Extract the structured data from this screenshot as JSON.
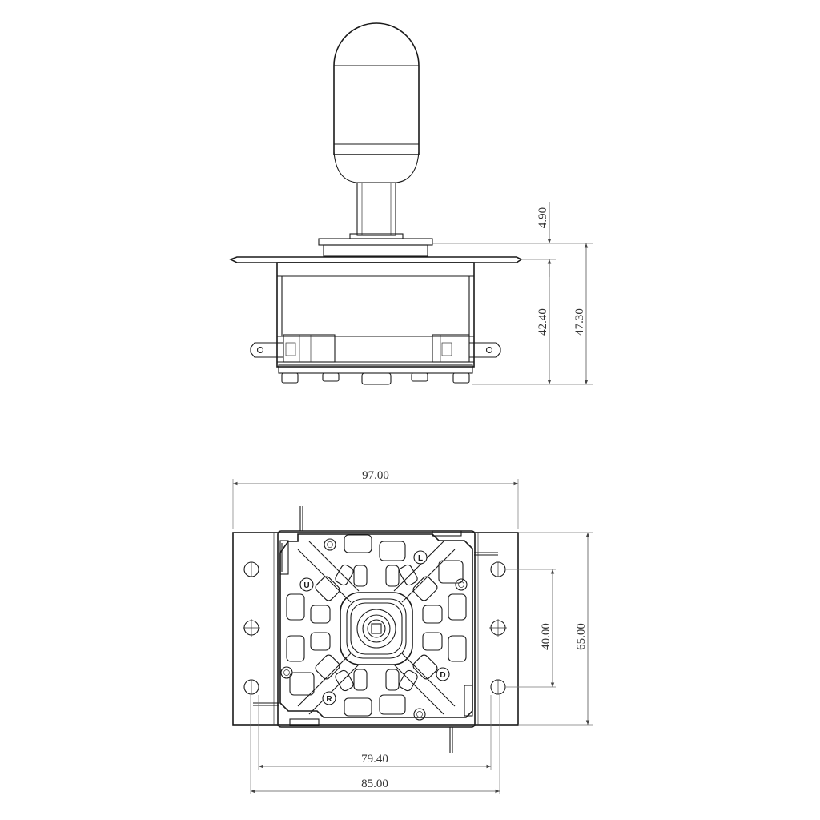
{
  "dimensions": {
    "side_top_plate": "4.90",
    "side_body_height": "42.40",
    "side_total_height": "47.30",
    "bottom_plate_width": "97.00",
    "bottom_inner_height": "40.00",
    "bottom_plate_height": "65.00",
    "bottom_hole_spacing": "79.40",
    "bottom_mount_width": "85.00"
  },
  "direction_marks": {
    "up": "U",
    "left": "L",
    "right": "R",
    "down": "D"
  }
}
